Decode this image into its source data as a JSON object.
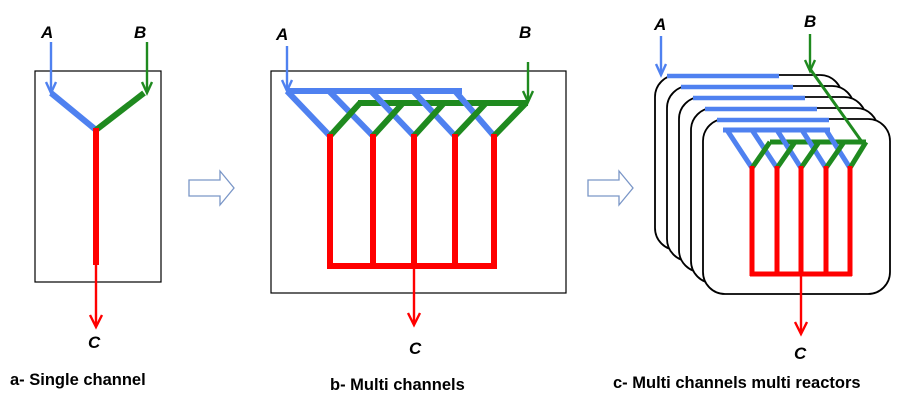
{
  "colors": {
    "stream_a": "#4f81f0",
    "stream_b": "#1f8a1f",
    "product_c": "#ff0000",
    "frame": "#000000",
    "flow_arrow_outline": "#7a96c7"
  },
  "panels": [
    {
      "input_a_label": "A",
      "input_b_label": "B",
      "output_c_label": "C",
      "caption": "a- Single channel",
      "channel_count": 1,
      "reactor_count": 1
    },
    {
      "input_a_label": "A",
      "input_b_label": "B",
      "output_c_label": "C",
      "caption": "b- Multi channels",
      "channel_count": 5,
      "reactor_count": 1
    },
    {
      "input_a_label": "A",
      "input_b_label": "B",
      "output_c_label": "C",
      "caption": "c- Multi channels multi reactors",
      "channel_count": 5,
      "reactor_count": 5
    }
  ],
  "flow_arrows": [
    {
      "shape": "right-arrow-outline"
    },
    {
      "shape": "right-arrow-outline"
    }
  ]
}
